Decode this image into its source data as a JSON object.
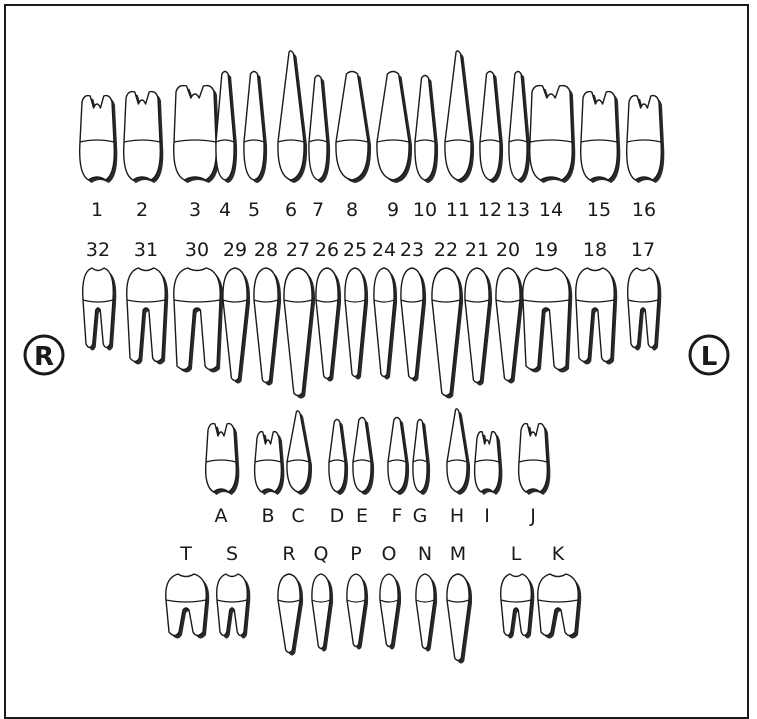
{
  "side_markers": {
    "right": "R",
    "left": "L"
  },
  "colors": {
    "ink": "#1a1a1a",
    "tooth_fill": "#ffffff",
    "shadow": "#2a2a2a"
  },
  "permanent_upper": [
    "1",
    "2",
    "3",
    "4",
    "5",
    "6",
    "7",
    "8",
    "9",
    "10",
    "11",
    "12",
    "13",
    "14",
    "15",
    "16"
  ],
  "permanent_lower": [
    "32",
    "31",
    "30",
    "29",
    "28",
    "27",
    "26",
    "25",
    "24",
    "23",
    "22",
    "21",
    "20",
    "19",
    "18",
    "17"
  ],
  "primary_upper": [
    "A",
    "B",
    "C",
    "D",
    "E",
    "F",
    "G",
    "H",
    "I",
    "J"
  ],
  "primary_lower": [
    "T",
    "S",
    "R",
    "Q",
    "P",
    "O",
    "N",
    "M",
    "L",
    "K"
  ]
}
